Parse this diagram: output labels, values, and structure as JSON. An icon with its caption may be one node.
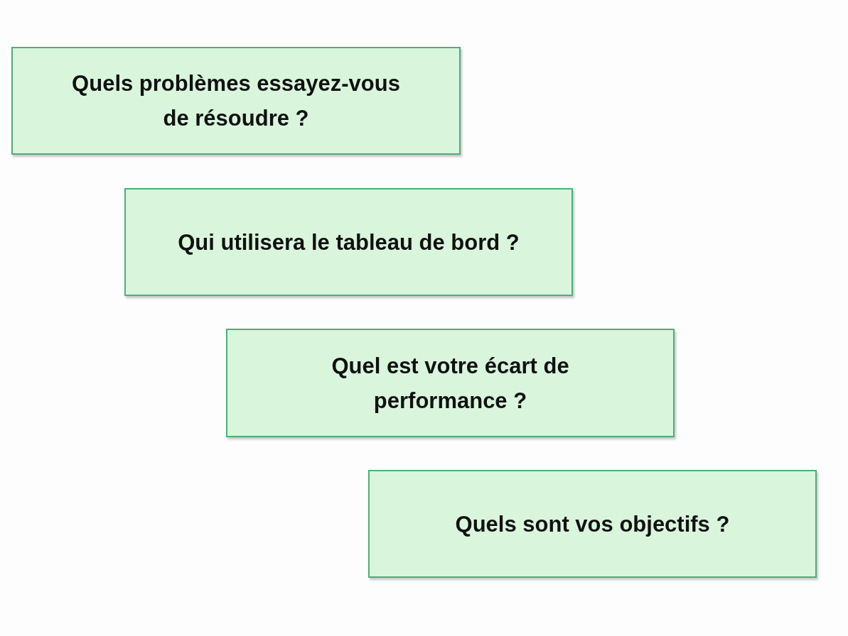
{
  "diagram": {
    "nodes": [
      {
        "text": [
          "Quels problèmes essayez-vous de résoudre ?"
        ]
      },
      {
        "text": [
          "Qui utilisera le tableau de bord ?"
        ]
      },
      {
        "text": [
          "Quel est votre écart de performance ?"
        ]
      },
      {
        "text": [
          "Quels sont vos objectifs ?"
        ]
      }
    ]
  }
}
